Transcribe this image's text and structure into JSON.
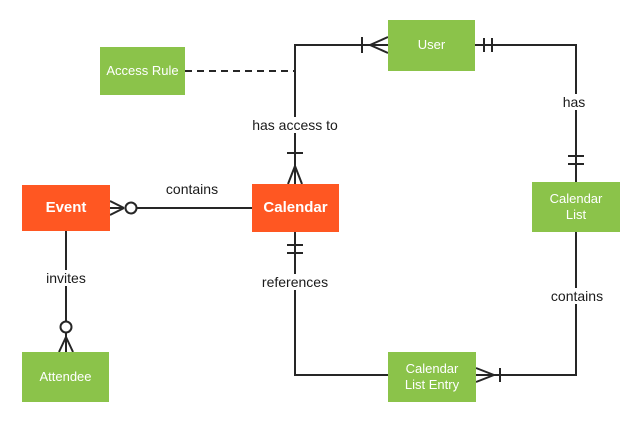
{
  "diagram": {
    "type": "entity-relationship-crows-foot",
    "colors": {
      "entity_green": "#8BC34A",
      "entity_orange": "#FF5722",
      "line": "#262626",
      "label_text": "#1a1a1a",
      "background": "#ffffff"
    },
    "entities": {
      "access_rule": {
        "label": "Access Rule",
        "color": "#8BC34A"
      },
      "user": {
        "label": "User",
        "color": "#8BC34A"
      },
      "event": {
        "label": "Event",
        "color": "#FF5722"
      },
      "calendar": {
        "label": "Calendar",
        "color": "#FF5722"
      },
      "calendar_list": {
        "label": "Calendar List",
        "color": "#8BC34A"
      },
      "calendar_list_entry": {
        "label": "Calendar List Entry",
        "color": "#8BC34A"
      },
      "attendee": {
        "label": "Attendee",
        "color": "#8BC34A"
      }
    },
    "relationships": {
      "event_calendar": {
        "label": "contains",
        "from": "Calendar",
        "to": "Event",
        "event_end_notation": "zero-or-many"
      },
      "calendar_user": {
        "label": "has access to",
        "from": "Calendar",
        "to": "User",
        "calendar_end_notation": "one-or-many",
        "user_end_notation": "one-or-many"
      },
      "user_calendar_list": {
        "label": "has",
        "from": "User",
        "to": "Calendar List",
        "user_end_notation": "one-and-only-one",
        "calendar_list_end_notation": "one-and-only-one"
      },
      "calendar_list_contains_entry": {
        "label": "contains",
        "from": "Calendar List",
        "to": "Calendar List Entry",
        "entry_end_notation": "one-or-many"
      },
      "calendar_entry_references": {
        "label": "references",
        "from": "Calendar List Entry",
        "to": "Calendar",
        "calendar_end_notation": "one-and-only-one"
      },
      "event_attendee": {
        "label": "invites",
        "from": "Event",
        "to": "Attendee",
        "attendee_end_notation": "zero-or-many"
      },
      "access_rule_link": {
        "style": "dashed",
        "from": "Access Rule",
        "to": "Calendar / User relationship line"
      }
    }
  }
}
